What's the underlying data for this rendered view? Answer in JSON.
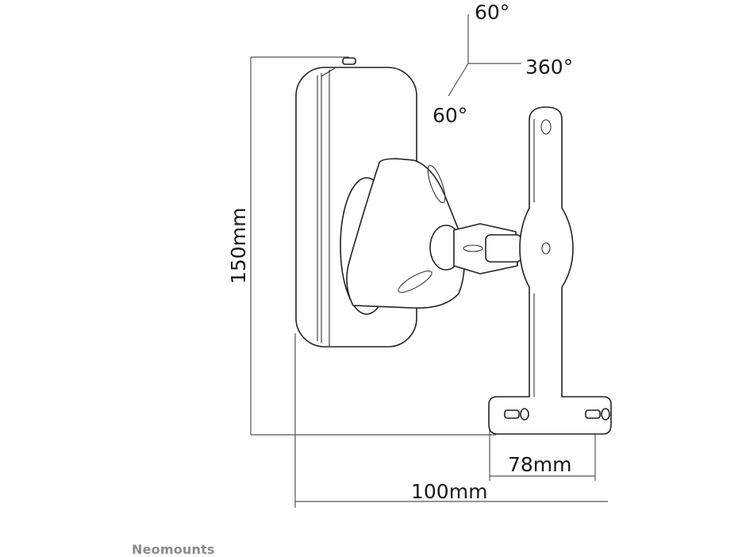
{
  "diagram": {
    "title": "Speaker wall mount dimensions",
    "dimensions": {
      "height": "150mm",
      "depth": "100mm",
      "plate_width": "78mm"
    },
    "rotation": {
      "tilt_up": "60°",
      "swivel": "360°",
      "tilt_down": "60°"
    },
    "brand": "Neomounts"
  }
}
